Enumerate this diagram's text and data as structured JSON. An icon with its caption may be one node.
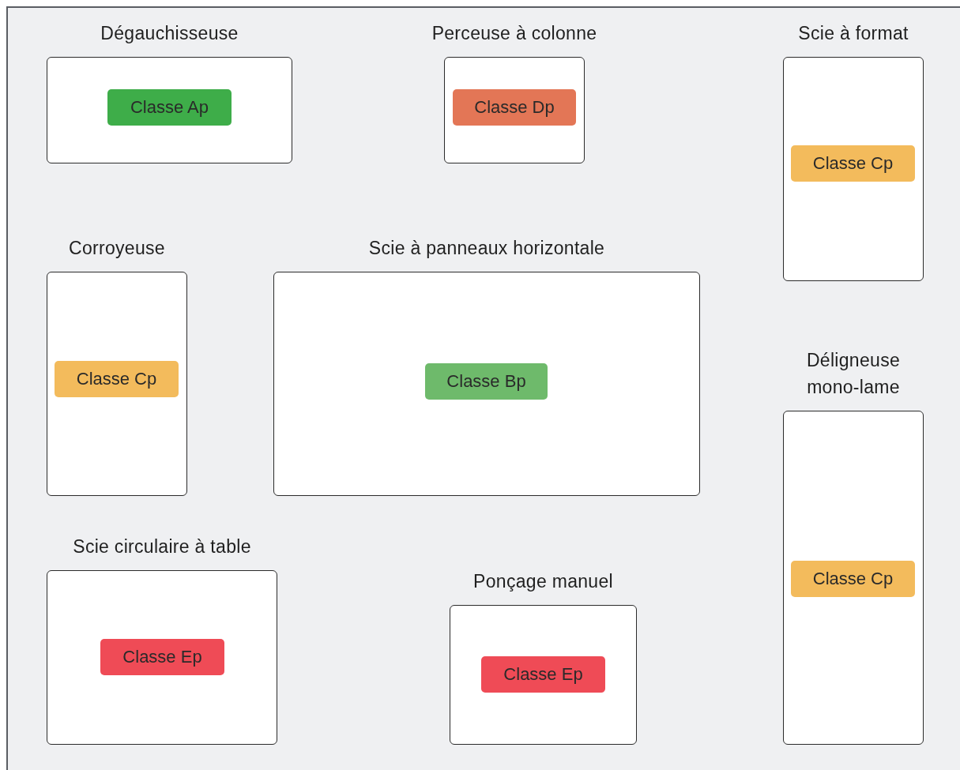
{
  "diagram": {
    "nodes": [
      {
        "text": [
          "Dégauchisseuse"
        ]
      },
      {
        "text": [
          "Classe Ap"
        ],
        "in": 0
      },
      {
        "text": [
          "Perceuse à colonne"
        ]
      },
      {
        "text": [
          "Classe Dp"
        ],
        "in": 2
      },
      {
        "text": [
          "Scie à format"
        ]
      },
      {
        "text": [
          "Classe Cp"
        ],
        "in": 4
      },
      {
        "text": [
          "Corroyeuse"
        ]
      },
      {
        "text": [
          "Classe Cp"
        ],
        "in": 6
      },
      {
        "text": [
          "Scie à panneaux horizontale"
        ]
      },
      {
        "text": [
          "Classe Bp"
        ],
        "in": 8
      },
      {
        "text": [
          "Déligneuse mono-lame"
        ]
      },
      {
        "text": [
          "Classe Cp"
        ],
        "in": 10
      },
      {
        "text": [
          "Scie circulaire à table"
        ]
      },
      {
        "text": [
          "Classe Ep"
        ],
        "in": 12
      },
      {
        "text": [
          "Ponçage manuel"
        ]
      },
      {
        "text": [
          "Classe Ep"
        ],
        "in": 14
      }
    ]
  }
}
